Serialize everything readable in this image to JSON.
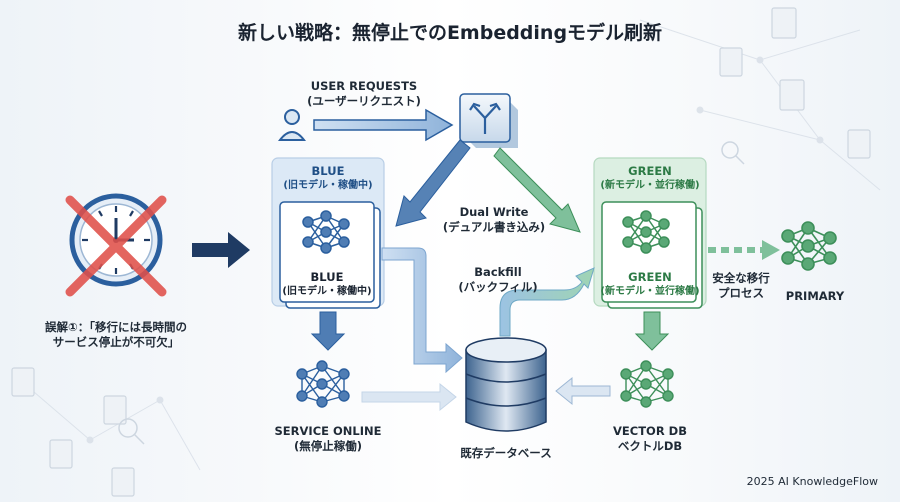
{
  "title": "新しい戦略：無停止でのEmbeddingモデル刷新",
  "user_requests": {
    "line1": "USER REQUESTS",
    "line2": "(ユーザーリクエスト)"
  },
  "blue_panel": {
    "line1": "BLUE",
    "line2": "(旧モデル・稼働中)"
  },
  "blue_model": {
    "line1": "BLUE",
    "line2": "(旧モデル・稼働中)"
  },
  "green_panel": {
    "line1": "GREEN",
    "line2": "(新モデル・並行稼働)"
  },
  "green_model": {
    "line1": "GREEN",
    "line2": "(新モデル・並行稼働)"
  },
  "dual_write": {
    "line1": "Dual Write",
    "line2": "(デュアル書き込み)"
  },
  "backfill": {
    "line1": "Backfill",
    "line2": "(バックフィル)"
  },
  "safe_migration": {
    "line1": "安全な移行",
    "line2": "プロセス"
  },
  "primary": "PRIMARY",
  "misconception": {
    "line1": "誤解①：「移行には長時間の",
    "line2": "サービス停止が不可欠」"
  },
  "service_online": {
    "line1": "SERVICE ONLINE",
    "line2": "(無停止稼働)"
  },
  "existing_db": "既存データベース",
  "vector_db": {
    "line1": "VECTOR DB",
    "line2": "ベクトルDB"
  },
  "footer": "2025 AI KnowledgeFlow",
  "colors": {
    "blue": "#2b5f9e",
    "green": "#3d8f5a",
    "red": "#e0504a",
    "navy": "#1f3b63"
  }
}
